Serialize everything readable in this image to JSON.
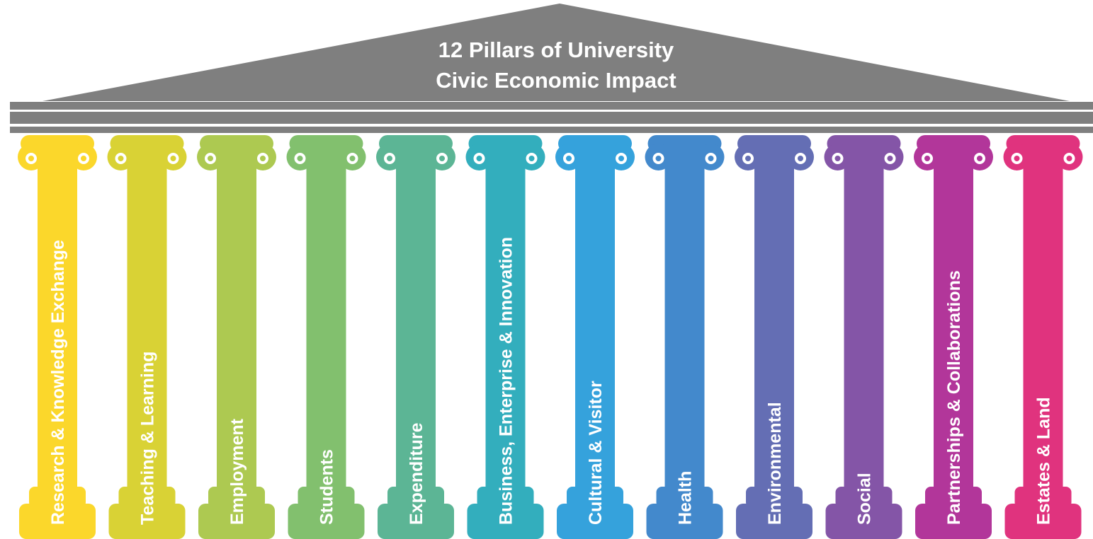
{
  "roof": {
    "title_line1": "12 Pillars of University",
    "title_line2": "Civic Economic Impact",
    "color": "#7f7f7f"
  },
  "pillars": [
    {
      "label": "Research & Knowledge Exchange",
      "color": "#fbd72b"
    },
    {
      "label": "Teaching & Learning",
      "color": "#d9d235"
    },
    {
      "label": "Employment",
      "color": "#adc951"
    },
    {
      "label": "Students",
      "color": "#82c06e"
    },
    {
      "label": "Expenditure",
      "color": "#5cb595"
    },
    {
      "label": "Business, Enterprise & Innovation",
      "color": "#33aebd"
    },
    {
      "label": "Cultural & Visitor",
      "color": "#35a2dc"
    },
    {
      "label": "Health",
      "color": "#4389cc"
    },
    {
      "label": "Environmental",
      "color": "#646eb4"
    },
    {
      "label": "Social",
      "color": "#8455a7"
    },
    {
      "label": "Partnerships & Collaborations",
      "color": "#b2369a"
    },
    {
      "label": "Estates & Land",
      "color": "#e0337e"
    }
  ]
}
